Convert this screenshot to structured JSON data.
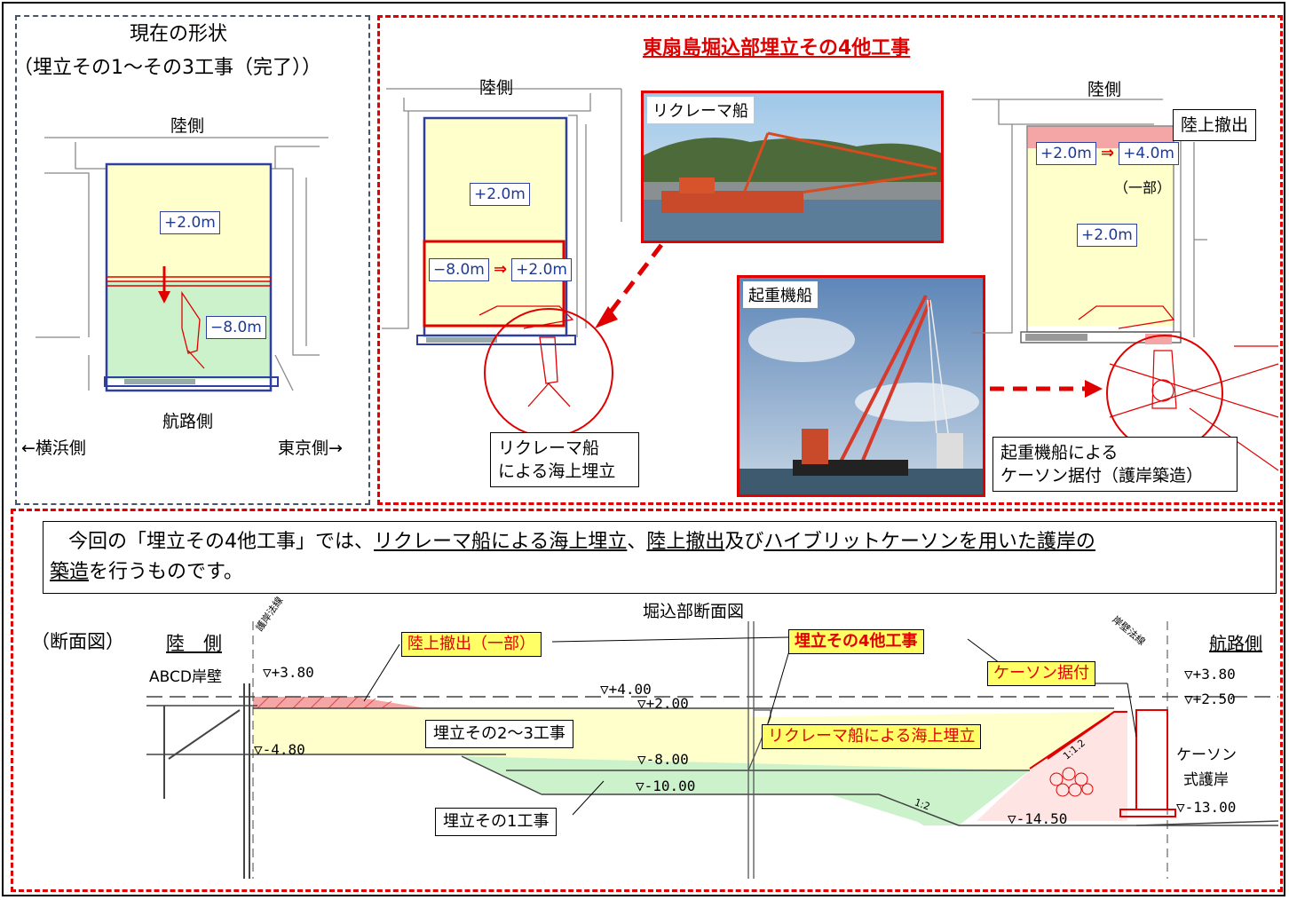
{
  "panel_current": {
    "title1": "現在の形状",
    "title2": "（埋立その1～その3工事（完了））",
    "land_side": "陸側",
    "level_upper": "+2.0m",
    "level_lower": "−8.0m",
    "channel_side": "航路側",
    "yokohama": "←横浜側",
    "tokyo": "東京側→"
  },
  "panel_project": {
    "title": "東扇島堀込部埋立その4他工事",
    "land_side_left": "陸側",
    "land_side_right": "陸側",
    "left_level_upper": "+2.0m",
    "left_change_from": "−8.0m",
    "left_change_to": "+2.0m",
    "arrow_symbol": "⇒",
    "reclaimer_photo_label": "リクレーマ船",
    "crane_photo_label": "起重機船",
    "land_removal_label": "陸上撤出",
    "right_change_from": "+2.0m",
    "right_change_to": "+4.0m",
    "partial": "（一部）",
    "right_level": "+2.0m",
    "callout_reclaimer_line1": "リクレーマ船",
    "callout_reclaimer_line2": "による海上埋立",
    "callout_crane_line1": "起重機船による",
    "callout_crane_line2": "ケーソン据付（護岸築造）"
  },
  "summary": {
    "text_pre": "今回の「埋立その4他工事」では、",
    "u1": "リクレーマ船による海上埋立",
    "mid1": "、",
    "u2": "陸上撤出",
    "mid2": "及び",
    "u3": "ハイブリットケーソンを用いた護岸の",
    "u4": "築造",
    "text_post": "を行うものです。"
  },
  "section": {
    "label": "（断面図）",
    "title": "堀込部断面図",
    "land_side": "陸　側",
    "channel_side": "航路側",
    "abcd_wall": "ABCD岸壁",
    "shore_line_left": "護岸法線",
    "shore_line_right": "岸壁法線",
    "land_removal_partial": "陸上撤出（一部）",
    "project_name": "埋立その4他工事",
    "caisson_install": "ケーソン据付",
    "reclaim_2_3": "埋立その2～3工事",
    "reclaimer_fill": "リクレーマ船による海上埋立",
    "reclaim_1": "埋立その1工事",
    "caisson_type_line1": "ケーソン",
    "caisson_type_line2": "式護岸",
    "slope_1_1_2": "1:1.2",
    "slope_1_2": "1:2",
    "lv_left_380": "▽+3.80",
    "lv_left_m480": "▽-4.80",
    "lv_400": "▽+4.00",
    "lv_200": "▽+2.00",
    "lv_m800": "▽-8.00",
    "lv_m1000": "▽-10.00",
    "lv_m1450": "▽-14.50",
    "lv_right_380": "▽+3.80",
    "lv_right_250": "▽+2.50",
    "lv_m1300": "▽-13.00"
  },
  "colors": {
    "red": "#e00000",
    "yellow_fill": "#ffffcc",
    "green_fill": "#ccf2cc",
    "pink_fill": "#f4a6a6",
    "navy_border": "#2f3f9f"
  }
}
